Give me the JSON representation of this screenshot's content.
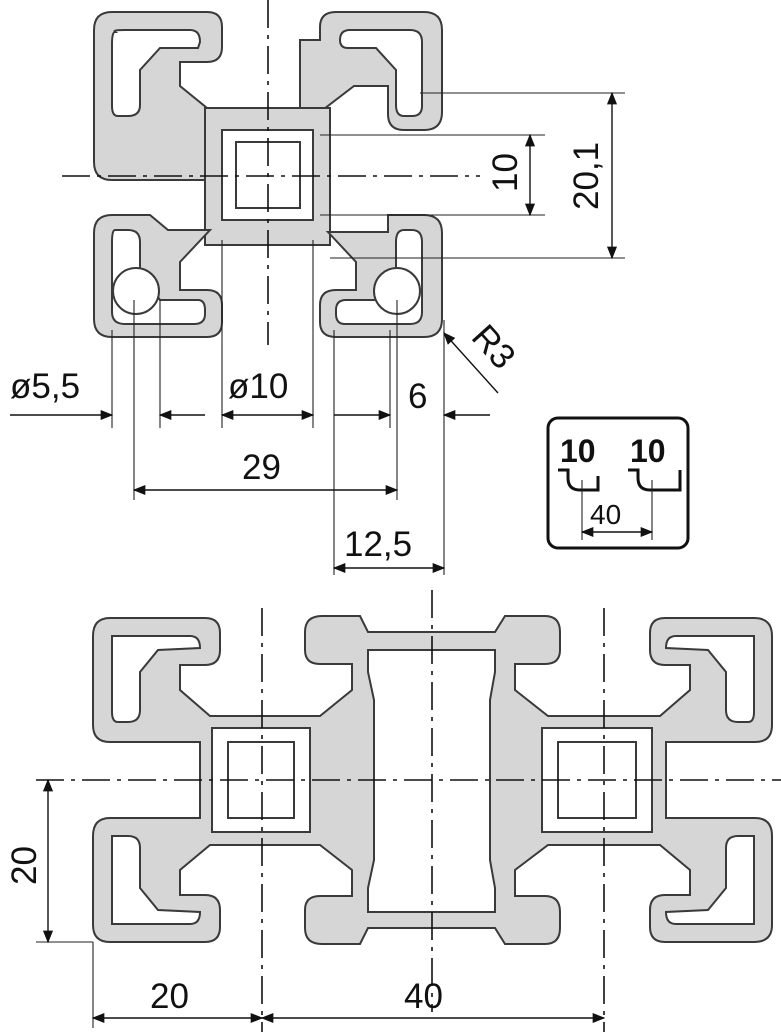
{
  "dimensions": {
    "hole_small": "ø5,5",
    "bore": "ø10",
    "edge_6": "6",
    "radius": "R3",
    "span_29": "29",
    "offset_12_5": "12,5",
    "slot_10": "10",
    "height_20_1": "20,1",
    "module_20_v": "20",
    "module_20_h": "20",
    "module_40": "40"
  },
  "slot_icon": {
    "left_label": "10",
    "right_label": "10",
    "pitch_label": "40"
  },
  "colors": {
    "profile": "#d6d6d6",
    "outline": "#3a3a3a",
    "lines": "#111111"
  }
}
